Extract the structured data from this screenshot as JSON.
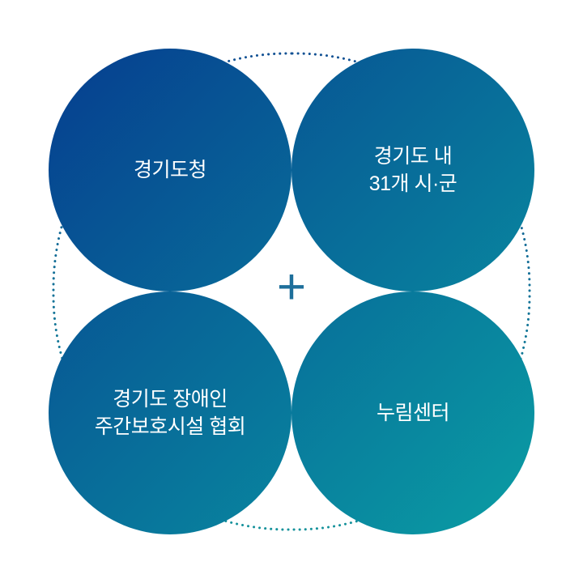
{
  "diagram": {
    "circles": [
      {
        "lines": [
          "경기도청"
        ]
      },
      {
        "lines": [
          "경기도 내",
          "31개 시·군"
        ]
      },
      {
        "lines": [
          "경기도 장애인",
          "주간보호시설 협회"
        ]
      },
      {
        "lines": [
          "누림센터"
        ]
      }
    ],
    "center_symbol": "+"
  },
  "colors": {
    "gradient_start": "#063d8f",
    "gradient_end": "#0a9ea4",
    "dotted_outline_top": "#124a93",
    "dotted_outline_bottom": "#15999c",
    "plus_sign": "#1e6f9b",
    "text": "#ffffff"
  }
}
